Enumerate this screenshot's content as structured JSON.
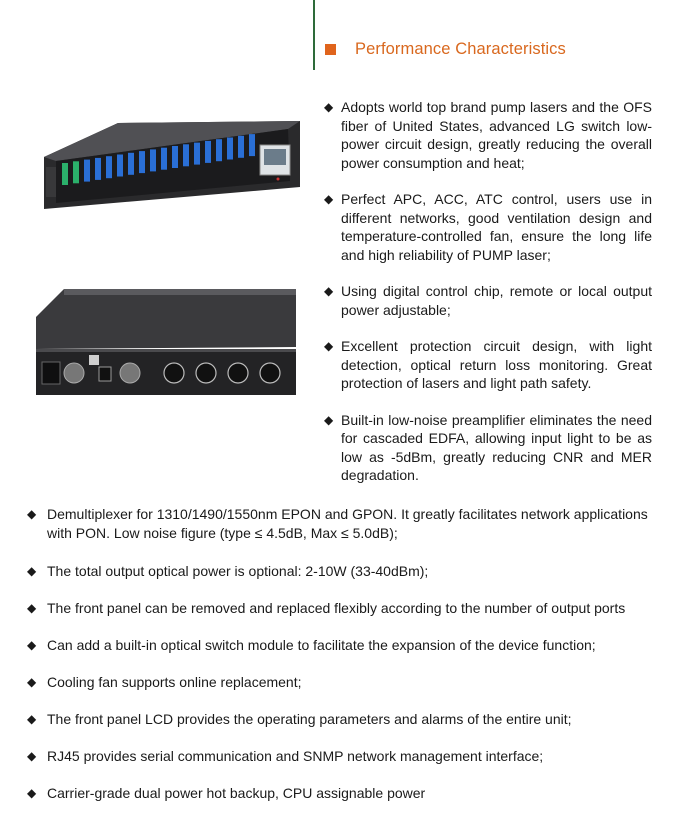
{
  "header": {
    "title": "Performance Characteristics",
    "accent": "#e0641c",
    "line_color": "#2e6b3a"
  },
  "images": {
    "front": {
      "description_icon": "rack-front-panel"
    },
    "rear": {
      "description_icon": "rack-rear-panel"
    }
  },
  "right_bullets": [
    "Adopts world top brand pump lasers and the OFS fiber of United States, advanced LG switch low-power circuit design, greatly reducing the overall power consumption and heat;",
    "Perfect APC, ACC, ATC control, users use in different networks, good ventilation design and temperature-controlled fan, ensure the long life and high reliability of PUMP laser;",
    "Using digital control chip, remote or local output power adjustable;",
    "Excellent protection circuit design, with light detection, optical return loss monitoring. Great protection of lasers and light path safety.",
    "Built-in low-noise preamplifier eliminates the need for cascaded EDFA, allowing input light to be as low as -5dBm, greatly reducing CNR and MER degradation."
  ],
  "bottom_bullets": [
    "Demultiplexer for 1310/1490/1550nm EPON and GPON. It greatly facilitates network applications with PON. Low noise figure (type ≤ 4.5dB, Max ≤ 5.0dB);",
    "The total output optical power is optional: 2-10W (33-40dBm);",
    "The front panel can be removed and replaced flexibly according to the number of output ports",
    "Can add a built-in optical switch module to facilitate the expansion of the device function;",
    "Cooling fan supports online replacement;",
    "The front panel LCD provides the operating parameters and alarms of the entire unit;",
    "RJ45 provides serial communication and SNMP network management interface;",
    "Carrier-grade dual power hot backup, CPU assignable power"
  ],
  "bullet_symbol": "◆"
}
